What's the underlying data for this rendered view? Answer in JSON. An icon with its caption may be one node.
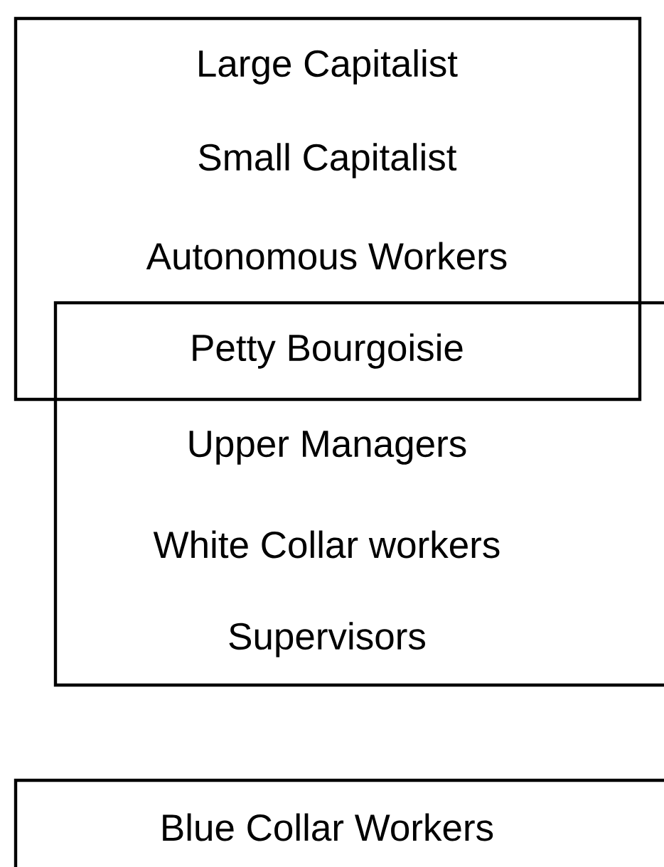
{
  "diagram": {
    "nodes": [
      {
        "text": [
          "Large Capitalist",
          "Small Capitalist",
          "Autonomous Workers"
        ]
      },
      {
        "text": [
          "Upper Managers",
          "White Collar workers",
          "Supervisors"
        ]
      },
      {
        "text": [
          "Blue Collar Workers"
        ]
      }
    ],
    "labels": [
      "Petty Bourgoisie"
    ]
  }
}
